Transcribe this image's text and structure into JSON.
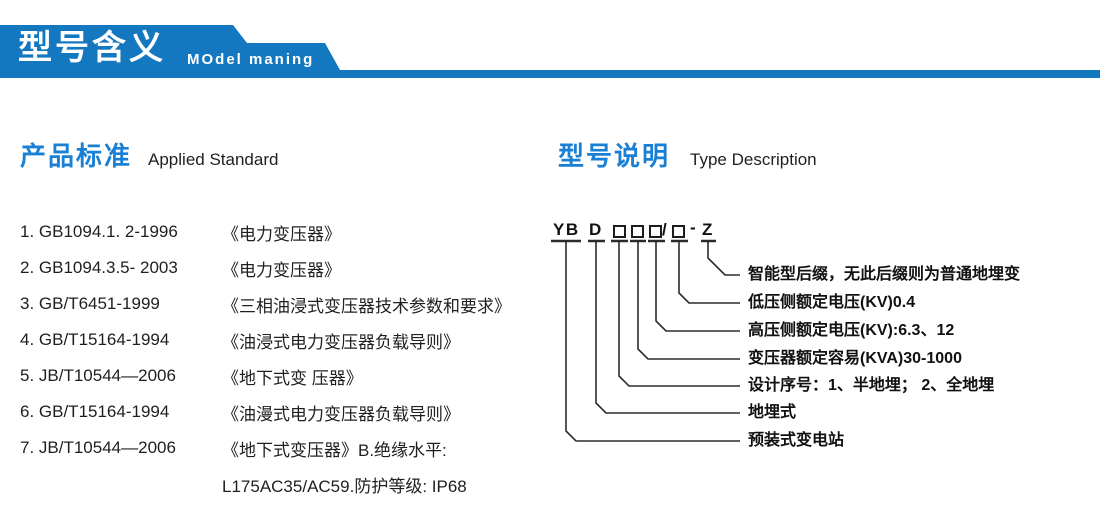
{
  "header": {
    "title_cn": "型号含义",
    "title_en": "MOdel maning"
  },
  "sections": {
    "left": {
      "heading_cn": "产品标准",
      "heading_en": "Applied Standard",
      "standards": [
        {
          "code": "1. GB1094.1. 2-1996",
          "title": "《电力变压器》"
        },
        {
          "code": "2. GB1094.3.5- 2003",
          "title": "《电力变压器》"
        },
        {
          "code": "3. GB/T6451-1999",
          "title": "《三相油浸式变压器技术参数和要求》"
        },
        {
          "code": "4. GB/T15164-1994",
          "title": "《油浸式电力变压器负载导则》"
        },
        {
          "code": "5. JB/T10544—2006",
          "title": "《地下式变 压器》"
        },
        {
          "code": "6. GB/T15164-1994",
          "title": "《油漫式电力变压器负载导则》"
        },
        {
          "code": "7. JB/T10544—2006",
          "title": "《地下式变压器》B.绝缘水平:"
        }
      ],
      "continuation": "L175AC35/AC59.防护等级: IP68"
    },
    "right": {
      "heading_cn": "型号说明",
      "heading_en": "Type Description",
      "model_code": {
        "prefix": "YB",
        "type_letter": "D",
        "slash": "/",
        "dash": "-",
        "suffix": "Z"
      },
      "labels": [
        "智能型后缀，无此后缀则为普通地埋变",
        "低压侧额定电压(KV)0.4",
        "高压侧额定电压(KV):6.3、12",
        "变压器额定容易(KVA)30-1000",
        "设计序号：1、半地埋； 2、全地埋",
        "地埋式",
        "预装式变电站"
      ]
    }
  },
  "colors": {
    "banner_blue": "#1478c0",
    "heading_blue": "#1a80d4",
    "text_dark": "#1f1f1f"
  }
}
